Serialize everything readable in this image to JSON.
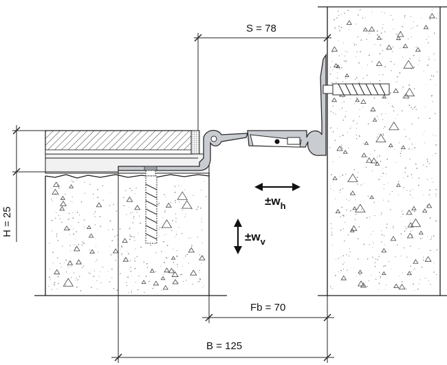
{
  "dimensions": {
    "s": "S = 78",
    "h": "H = 25",
    "fb": "Fb = 70",
    "b": "B = 125"
  },
  "movement": {
    "horizontal": {
      "prefix": "±w",
      "sub": "h"
    },
    "vertical": {
      "prefix": "±w",
      "sub": "v"
    }
  },
  "colors": {
    "profile_fill": "#c9cdd2",
    "profile_stroke": "#2a2a2a",
    "concrete_edge": "#1a1a1a",
    "screed_fill": "#f1f1f1",
    "covering_hatch": "#333333",
    "line": "#222222"
  }
}
